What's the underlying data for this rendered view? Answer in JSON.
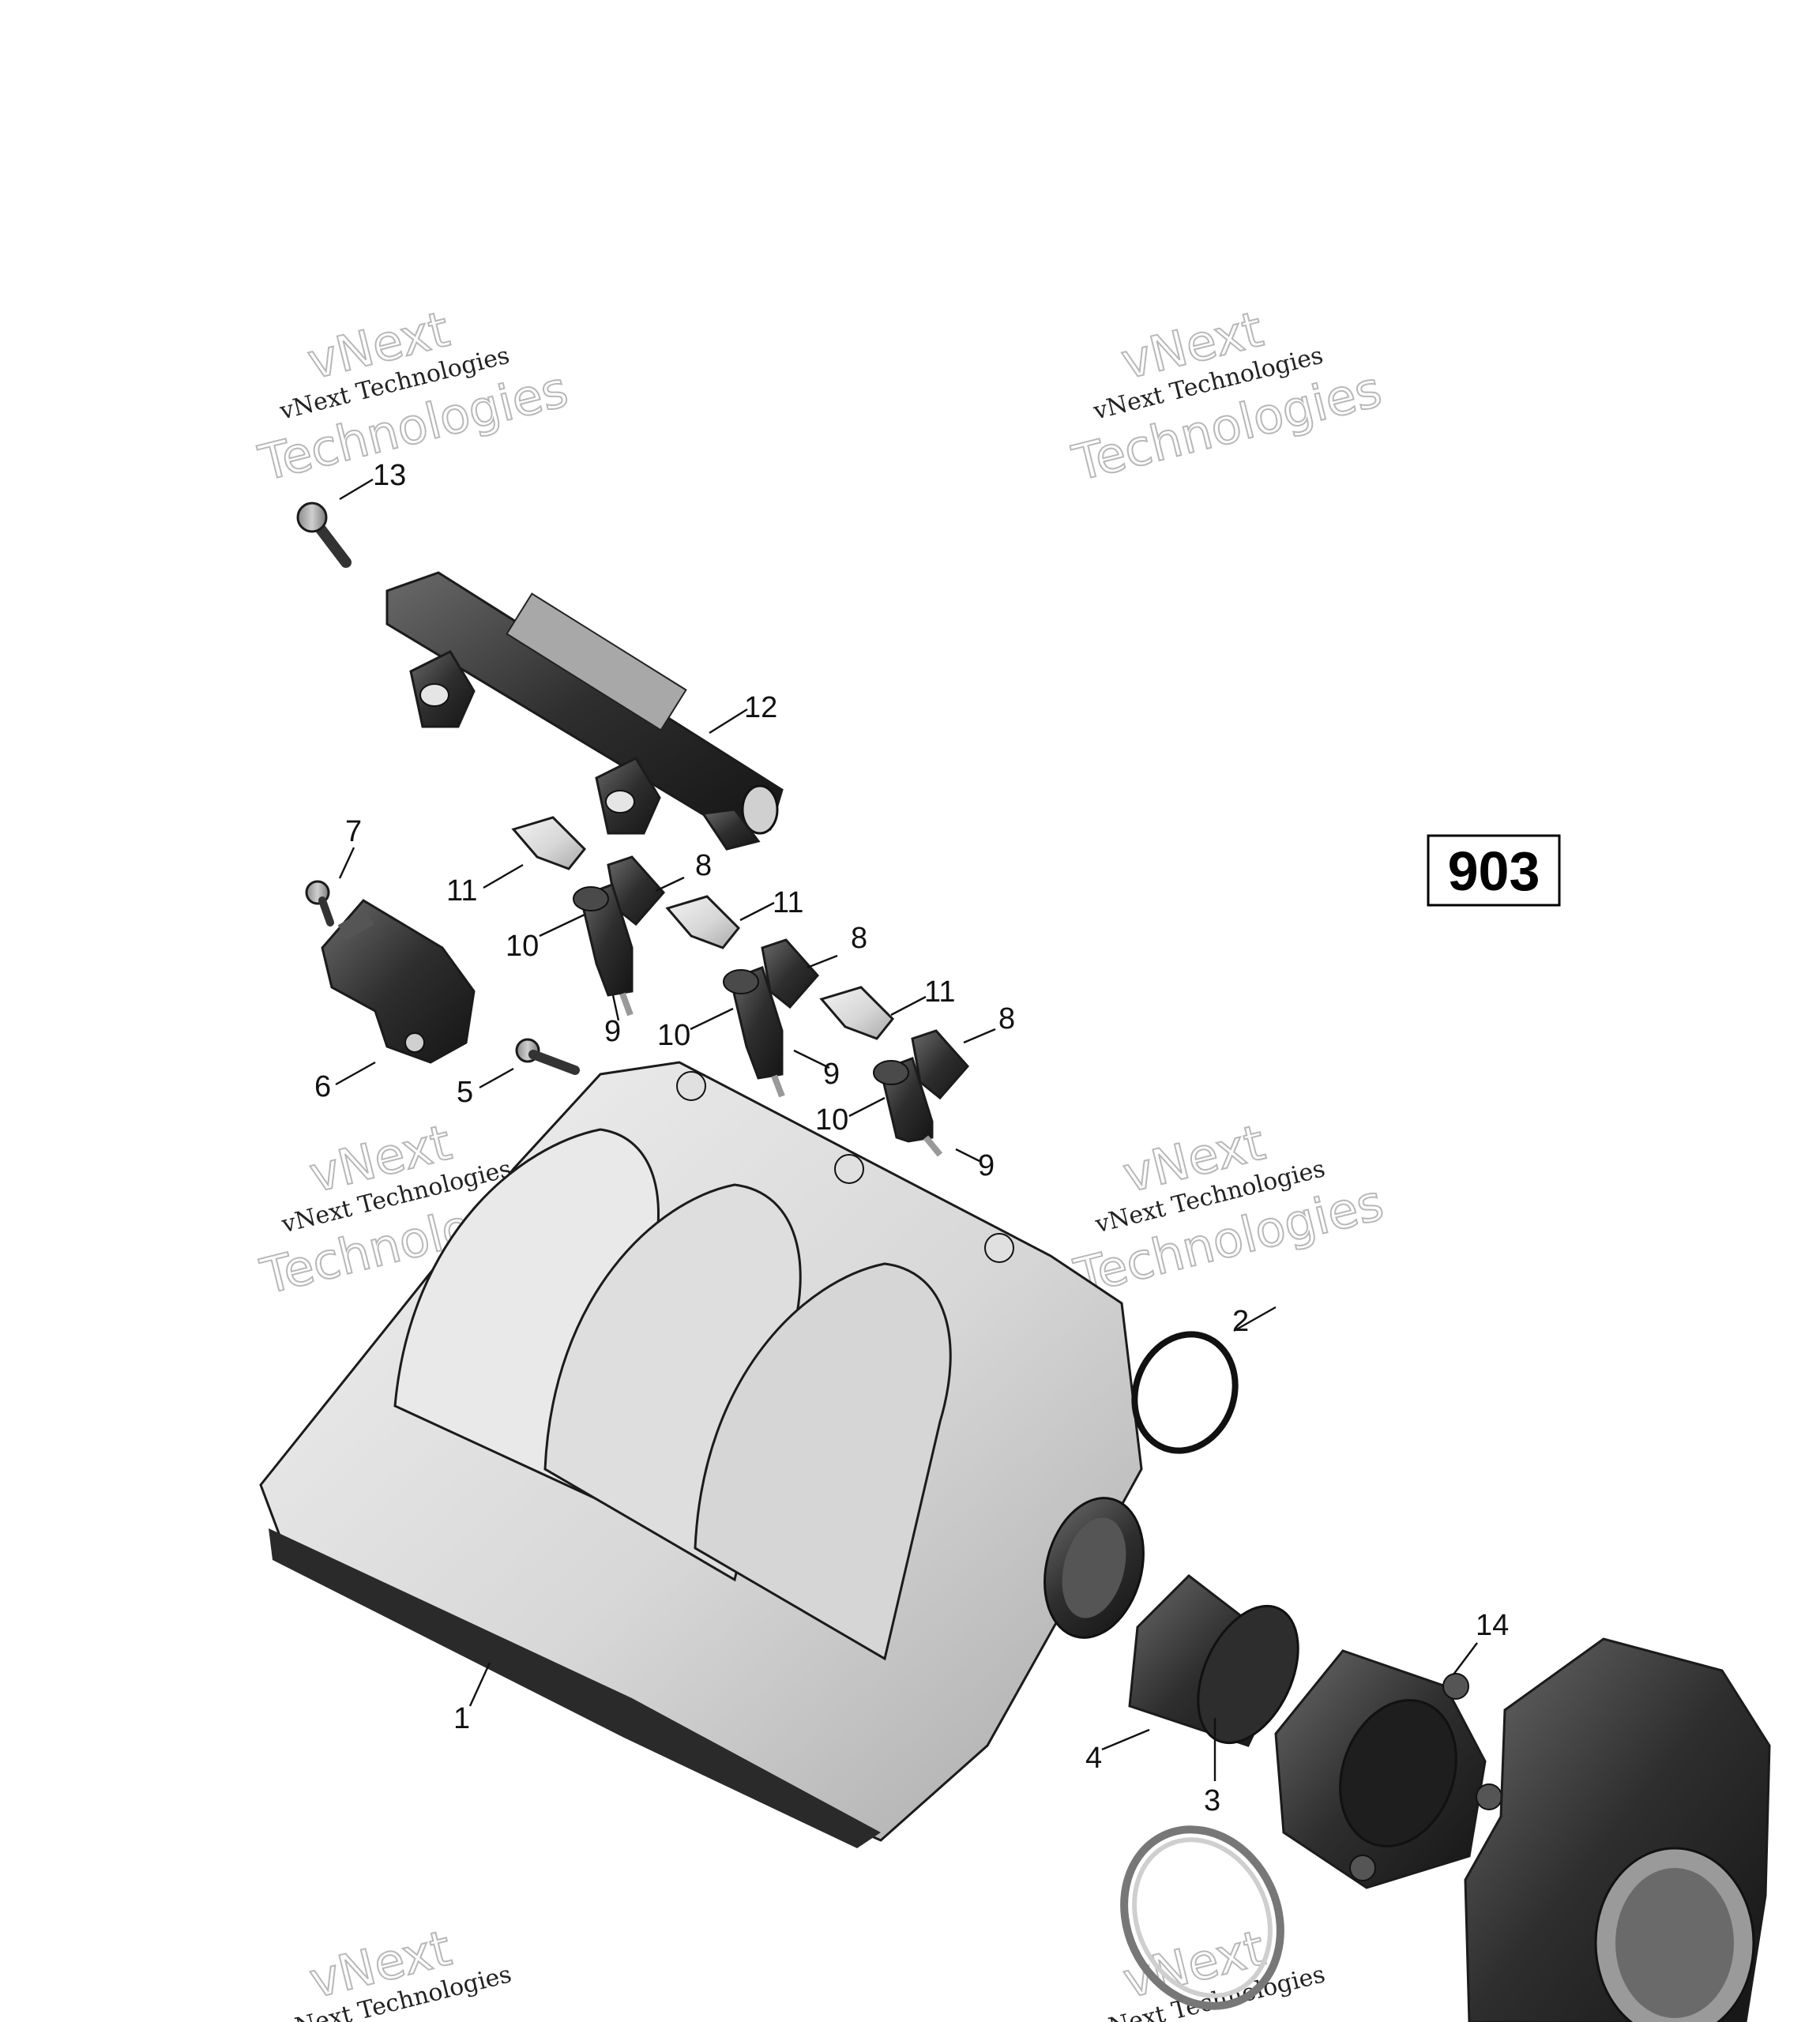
{
  "page_ref": "903",
  "watermark": {
    "line_top": "vNext",
    "line_small": "vNext Technologies",
    "line_big": "Technologies"
  },
  "callouts": [
    "1",
    "2",
    "3",
    "4",
    "5",
    "6",
    "7",
    "8",
    "8",
    "8",
    "9",
    "9",
    "9",
    "10",
    "10",
    "10",
    "11",
    "11",
    "11",
    "12",
    "13",
    "14"
  ],
  "colors": {
    "ink": "#111111",
    "part_light": "#d9d9d9",
    "part_dark": "#2a2a2a",
    "watermark": "#b8b8b8"
  }
}
